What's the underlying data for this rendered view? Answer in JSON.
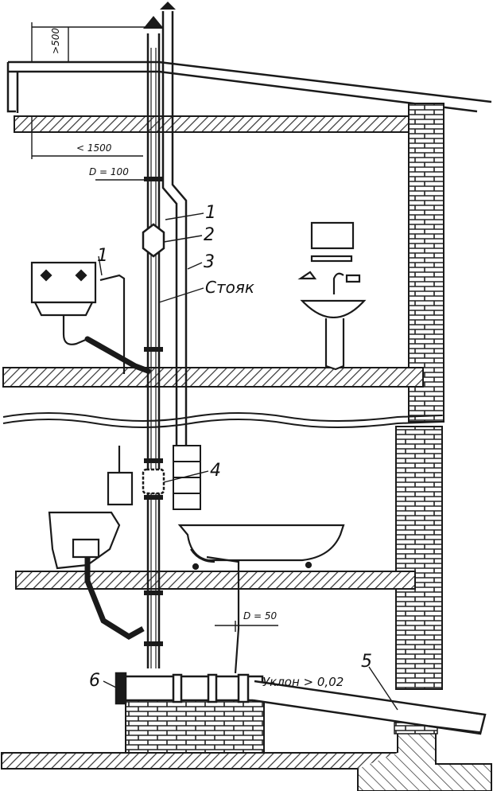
{
  "labels": {
    "n1_upper": "1",
    "n1_left": "1",
    "n2": "2",
    "n3": "3",
    "riser": "Стояк",
    "n4": "4",
    "n5": "5",
    "n6": "6",
    "slope": "Уклон > 0,02",
    "dim_height": ">500",
    "dim_distance": "< 1500",
    "dim_d100": "D = 100",
    "dim_d50": "D = 50"
  },
  "colors": {
    "ink": "#1a1a1a",
    "paper": "#ffffff",
    "hatch": "#555555"
  }
}
